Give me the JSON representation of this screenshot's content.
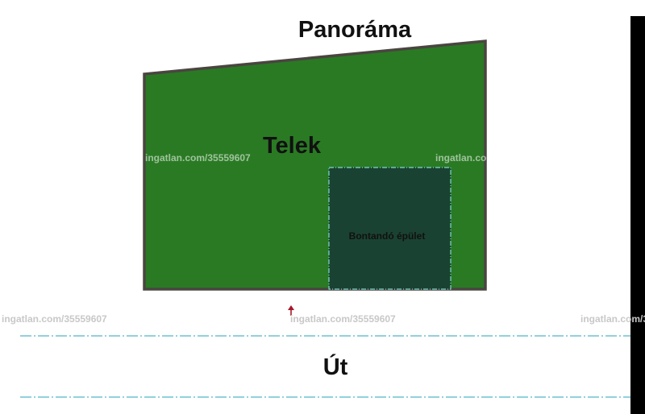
{
  "labels": {
    "top": "Panoráma",
    "plot": "Telek",
    "building": "Bontandó épület",
    "road": "Út"
  },
  "watermark": "ingatlan.com/35559607",
  "colors": {
    "plot_fill": "#2a7a24",
    "plot_border": "#4a4540",
    "building_fill": "#1a4232",
    "building_border": "#7fd6d0",
    "road_line": "#4fb8c6",
    "arrow": "#a5182a",
    "edge_bar": "#000000"
  }
}
